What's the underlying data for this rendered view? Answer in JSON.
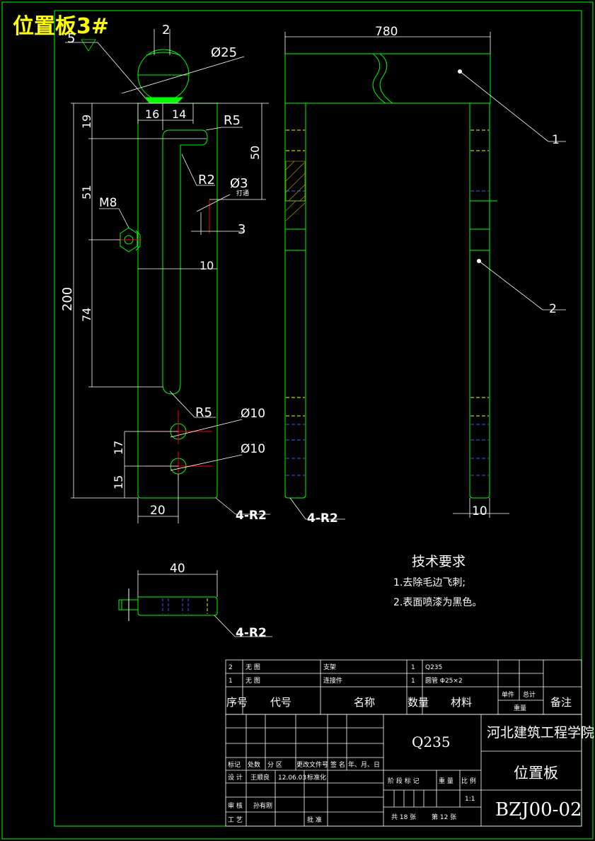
{
  "title": "位置板3#",
  "colors": {
    "background": "#000000",
    "outline": "#00ff00",
    "dimension": "#ffffff",
    "title": "#ffff00",
    "hidden": "#ffff00",
    "center": "#ff0000",
    "hidden_blue": "#0000ff",
    "hatch": "#c8a000"
  },
  "dims": {
    "top_2": "2",
    "diam25": "Ø25",
    "weld_5": "5",
    "w16": "16",
    "w14": "14",
    "r5_top": "R5",
    "d19": "19",
    "d50": "50",
    "r2": "R2",
    "d3": "Ø3",
    "d3_note": "打通",
    "d51": "51",
    "m8": "M8",
    "w3": "3",
    "w10": "10",
    "d200": "200",
    "d74": "74",
    "r5_bot": "R5",
    "diam10_a": "Ø10",
    "diam10_b": "Ø10",
    "d17": "17",
    "d15": "15",
    "w20": "20",
    "r2x4_a": "4-R2",
    "w780": "780",
    "r2x4_b": "4-R2",
    "w10_side": "10",
    "balloon_1": "1",
    "balloon_2": "2",
    "w40": "40",
    "r2x4_c": "4-R2"
  },
  "notes": {
    "heading": "技术要求",
    "items": [
      "1.去除毛边飞刺;",
      "2.表面喷漆为黑色。"
    ]
  },
  "bom": {
    "rows": [
      {
        "no": "2",
        "code": "无 图",
        "name": "支架",
        "qty": "1",
        "material": "Q235"
      },
      {
        "no": "1",
        "code": "无 图",
        "name": "连接件",
        "qty": "1",
        "material": "圆管 Φ25×2"
      }
    ],
    "header": {
      "no": "序号",
      "code": "代号",
      "name": "名称",
      "qty": "数量",
      "material": "材料",
      "unit": "单件",
      "total": "总计",
      "weight": "重量",
      "remark": "备注"
    }
  },
  "titleblock": {
    "material": "Q235",
    "school": "河北建筑工程学院",
    "part_name": "位置板",
    "drawing_no": "BZJ00-02",
    "rev_headers": [
      "标记",
      "处数",
      "分 区",
      "更改文件号",
      "签 名",
      "年、月、日"
    ],
    "design_label": "设 计",
    "designer": "王顺良",
    "design_date": "12.06.03",
    "std_label": "标准化",
    "stage_label": "阶 段 标 记",
    "weight_label": "重 量",
    "scale_label": "比 例",
    "scale": "1:1",
    "review_label": "审 核",
    "reviewer": "孙有刚",
    "process_label": "工 艺",
    "approve_label": "批 准",
    "sheets": "共 18 张",
    "sheet": "第 12 张"
  }
}
